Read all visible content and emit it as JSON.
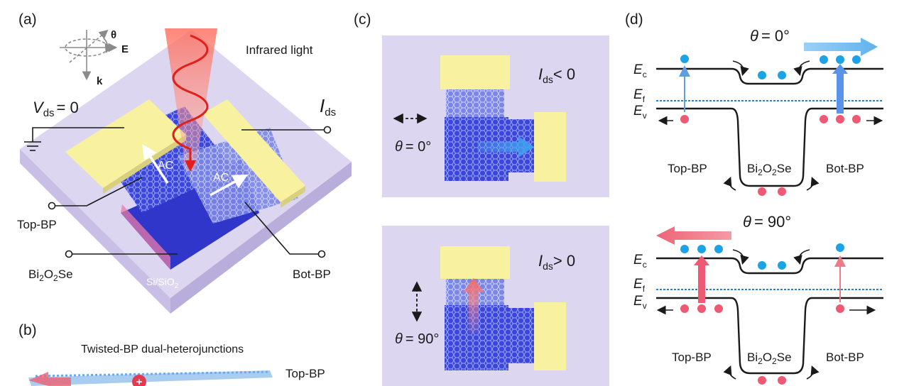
{
  "panel_a": {
    "letter": "(a)",
    "theta": "θ",
    "e_field": "E",
    "k_vec": "k",
    "infrared_light": "Infrared light",
    "vds_symbol": "V",
    "vds_sub": "ds",
    "vds_value": "= 0",
    "ids_symbol": "I",
    "ids_sub": "ds",
    "ac_left": "AC",
    "ac_right": "AC",
    "top_bp": "Top-BP",
    "bot_bp": "Bot-BP",
    "bi2o2se_a": "Bi",
    "bi2o2se_b": "2",
    "bi2o2se_c": "O",
    "bi2o2se_d": "2",
    "bi2o2se_e": "Se",
    "substrate_a": "Si/SiO",
    "substrate_b": "2"
  },
  "panel_b": {
    "letter": "(b)",
    "title": "Twisted-BP dual-heterojunctions",
    "top_bp": "Top-BP",
    "charge": "+"
  },
  "panel_c": {
    "letter": "(c)",
    "top": {
      "current_symbol": "I",
      "current_sub": "ds",
      "relation": "< 0",
      "theta": "θ",
      "angle": "= 0°"
    },
    "bottom": {
      "current_symbol": "I",
      "current_sub": "ds",
      "relation": "> 0",
      "theta": "θ",
      "angle": "= 90°"
    }
  },
  "panel_d": {
    "letter": "(d)",
    "top": {
      "theta": "θ",
      "angle": "= 0°"
    },
    "bottom": {
      "theta": "θ",
      "angle": "= 90°"
    },
    "ec": "E",
    "ec_sub": "c",
    "ef": "E",
    "ef_sub": "f",
    "ev": "E",
    "ev_sub": "v",
    "top_bp": "Top-BP",
    "bot_bp": "Bot-BP",
    "bi_a": "Bi",
    "bi_b": "2",
    "bi_c": "O",
    "bi_d": "2",
    "bi_e": "Se"
  },
  "colors": {
    "electron": "#1ca3e6",
    "hole": "#ee5a73",
    "electrode": "#f7f1a0",
    "substrate": "#ddd5ef",
    "heterostructure": "#3b43d8",
    "laser": "#e8302a",
    "fermi": "#2a7fd0"
  }
}
